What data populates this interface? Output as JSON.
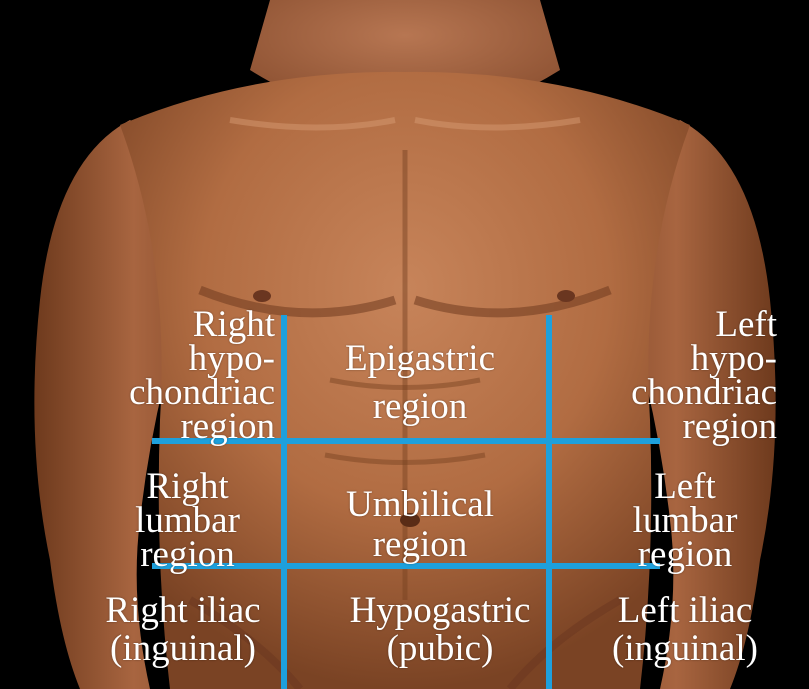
{
  "image": {
    "subject": "torso-photo",
    "grid_line_color": "#1ea0dc",
    "background_color": "#000000",
    "skin_color": "#b46e44"
  },
  "regions": {
    "right_hypochondriac": [
      "Right",
      "hypo-",
      "chondriac",
      "region"
    ],
    "epigastric": [
      "Epigastric",
      "region"
    ],
    "left_hypochondriac": [
      "Left",
      "hypo-",
      "chondriac",
      "region"
    ],
    "right_lumbar": [
      "Right",
      "lumbar",
      "region"
    ],
    "umbilical": [
      "Umbilical",
      "region"
    ],
    "left_lumbar": [
      "Left",
      "lumbar",
      "region"
    ],
    "right_iliac": [
      "Right iliac",
      "(inguinal)"
    ],
    "hypogastric": [
      "Hypogastric",
      "(pubic)"
    ],
    "left_iliac": [
      "Left iliac",
      "(inguinal)"
    ]
  }
}
